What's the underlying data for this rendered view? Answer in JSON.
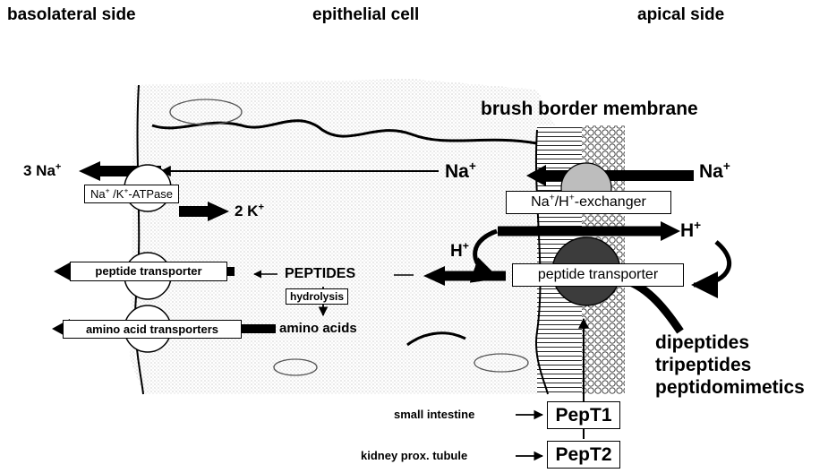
{
  "headers": {
    "left": "basolateral side",
    "center": "epithelial cell",
    "right": "apical side"
  },
  "membrane_label": "brush border membrane",
  "ions": {
    "na_left_base": "3 Na",
    "na_middle_base": "Na",
    "na_right_base": "Na",
    "k_base": "2 K",
    "h_right_base": "H",
    "h_left_base": "H",
    "plus": "+"
  },
  "atpase": {
    "base": "Na",
    "sup1": "+",
    "mid": " /K",
    "sup2": "+",
    "end": "-ATPase"
  },
  "exchanger": {
    "base": "Na",
    "sup1": "+",
    "mid": "/H",
    "sup2": "+",
    "end": "-exchanger"
  },
  "transporters": {
    "apical_peptide": "peptide transporter",
    "basolateral_peptide": "peptide transporter",
    "amino_acid": "amino acid transporters"
  },
  "intracellular": {
    "peptides": "PEPTIDES",
    "hydrolysis": "hydrolysis",
    "amino_acids": "amino acids"
  },
  "substrates": [
    "dipeptides",
    "tripeptides",
    "peptidomimetics"
  ],
  "isoforms": [
    {
      "tissue": "small intestine",
      "name": "PepT1"
    },
    {
      "tissue": "kidney prox. tubule",
      "name": "PepT2"
    }
  ]
}
